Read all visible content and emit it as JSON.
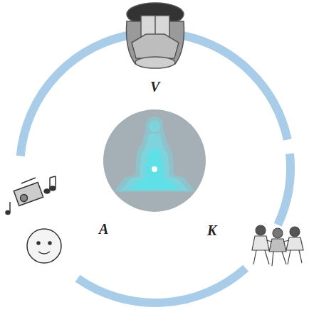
{
  "diagram": {
    "labels": [
      "V",
      "A",
      "K"
    ]
  }
}
